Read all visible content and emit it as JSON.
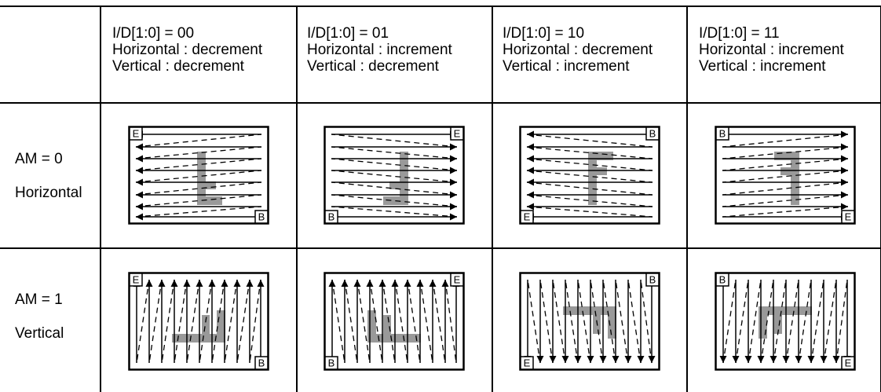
{
  "columns": [
    {
      "id": "id00",
      "line1": "I/D[1:0] = 00",
      "line2": "Horizontal : decrement",
      "line3": "Vertical :  decrement"
    },
    {
      "id": "id01",
      "line1": "I/D[1:0] = 01",
      "line2": "Horizontal : increment",
      "line3": "Vertical :  decrement"
    },
    {
      "id": "id10",
      "line1": "I/D[1:0] = 10",
      "line2": "Horizontal : decrement",
      "line3": "Vertical :  increment"
    },
    {
      "id": "id11",
      "line1": "I/D[1:0] = 11",
      "line2": "Horizontal : increment",
      "line3": "Vertical :  increment"
    }
  ],
  "rows": [
    {
      "id": "am0",
      "line1": "AM = 0",
      "line2": "Horizontal"
    },
    {
      "id": "am1",
      "line1": "AM = 1",
      "line2": "Vertical"
    }
  ],
  "marker_begin": "B",
  "marker_end": "E",
  "colors": {
    "line": "#000000",
    "glyph": "#999999",
    "background": "#ffffff"
  }
}
